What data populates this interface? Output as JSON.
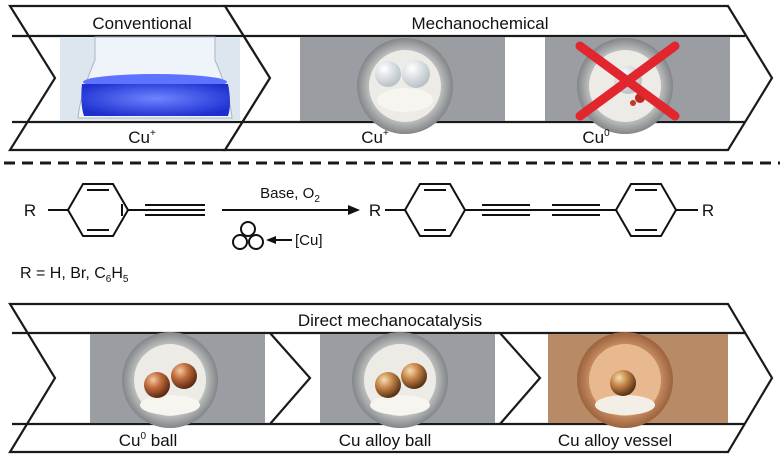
{
  "top_panel": {
    "headers": [
      "Conventional",
      "Mechanochemical"
    ],
    "labels": [
      {
        "base": "Cu",
        "sup": "+"
      },
      {
        "base": "Cu",
        "sup": "+"
      },
      {
        "base": "Cu",
        "sup": "0"
      }
    ]
  },
  "reaction": {
    "substituent": "R",
    "conditions": {
      "base": "Base, O",
      "sub": "2"
    },
    "catalyst": "[Cu]",
    "r_definition": {
      "text": "R = H, Br, C",
      "sub1": "6",
      "mid": "H",
      "sub2": "5"
    }
  },
  "bottom_panel": {
    "header": "Direct mechanocatalysis",
    "labels": [
      {
        "base": "Cu",
        "sup": "0",
        "rest": " ball"
      },
      {
        "base": "Cu alloy ball",
        "sup": "",
        "rest": ""
      },
      {
        "base": "Cu alloy vessel",
        "sup": "",
        "rest": ""
      }
    ]
  },
  "colors": {
    "outline": "#1a1a1a",
    "liquid_blue": "#2f47e8",
    "copper": "#b8643a",
    "cross_red": "#e2262e",
    "jar_grey": "#8a8d90"
  }
}
